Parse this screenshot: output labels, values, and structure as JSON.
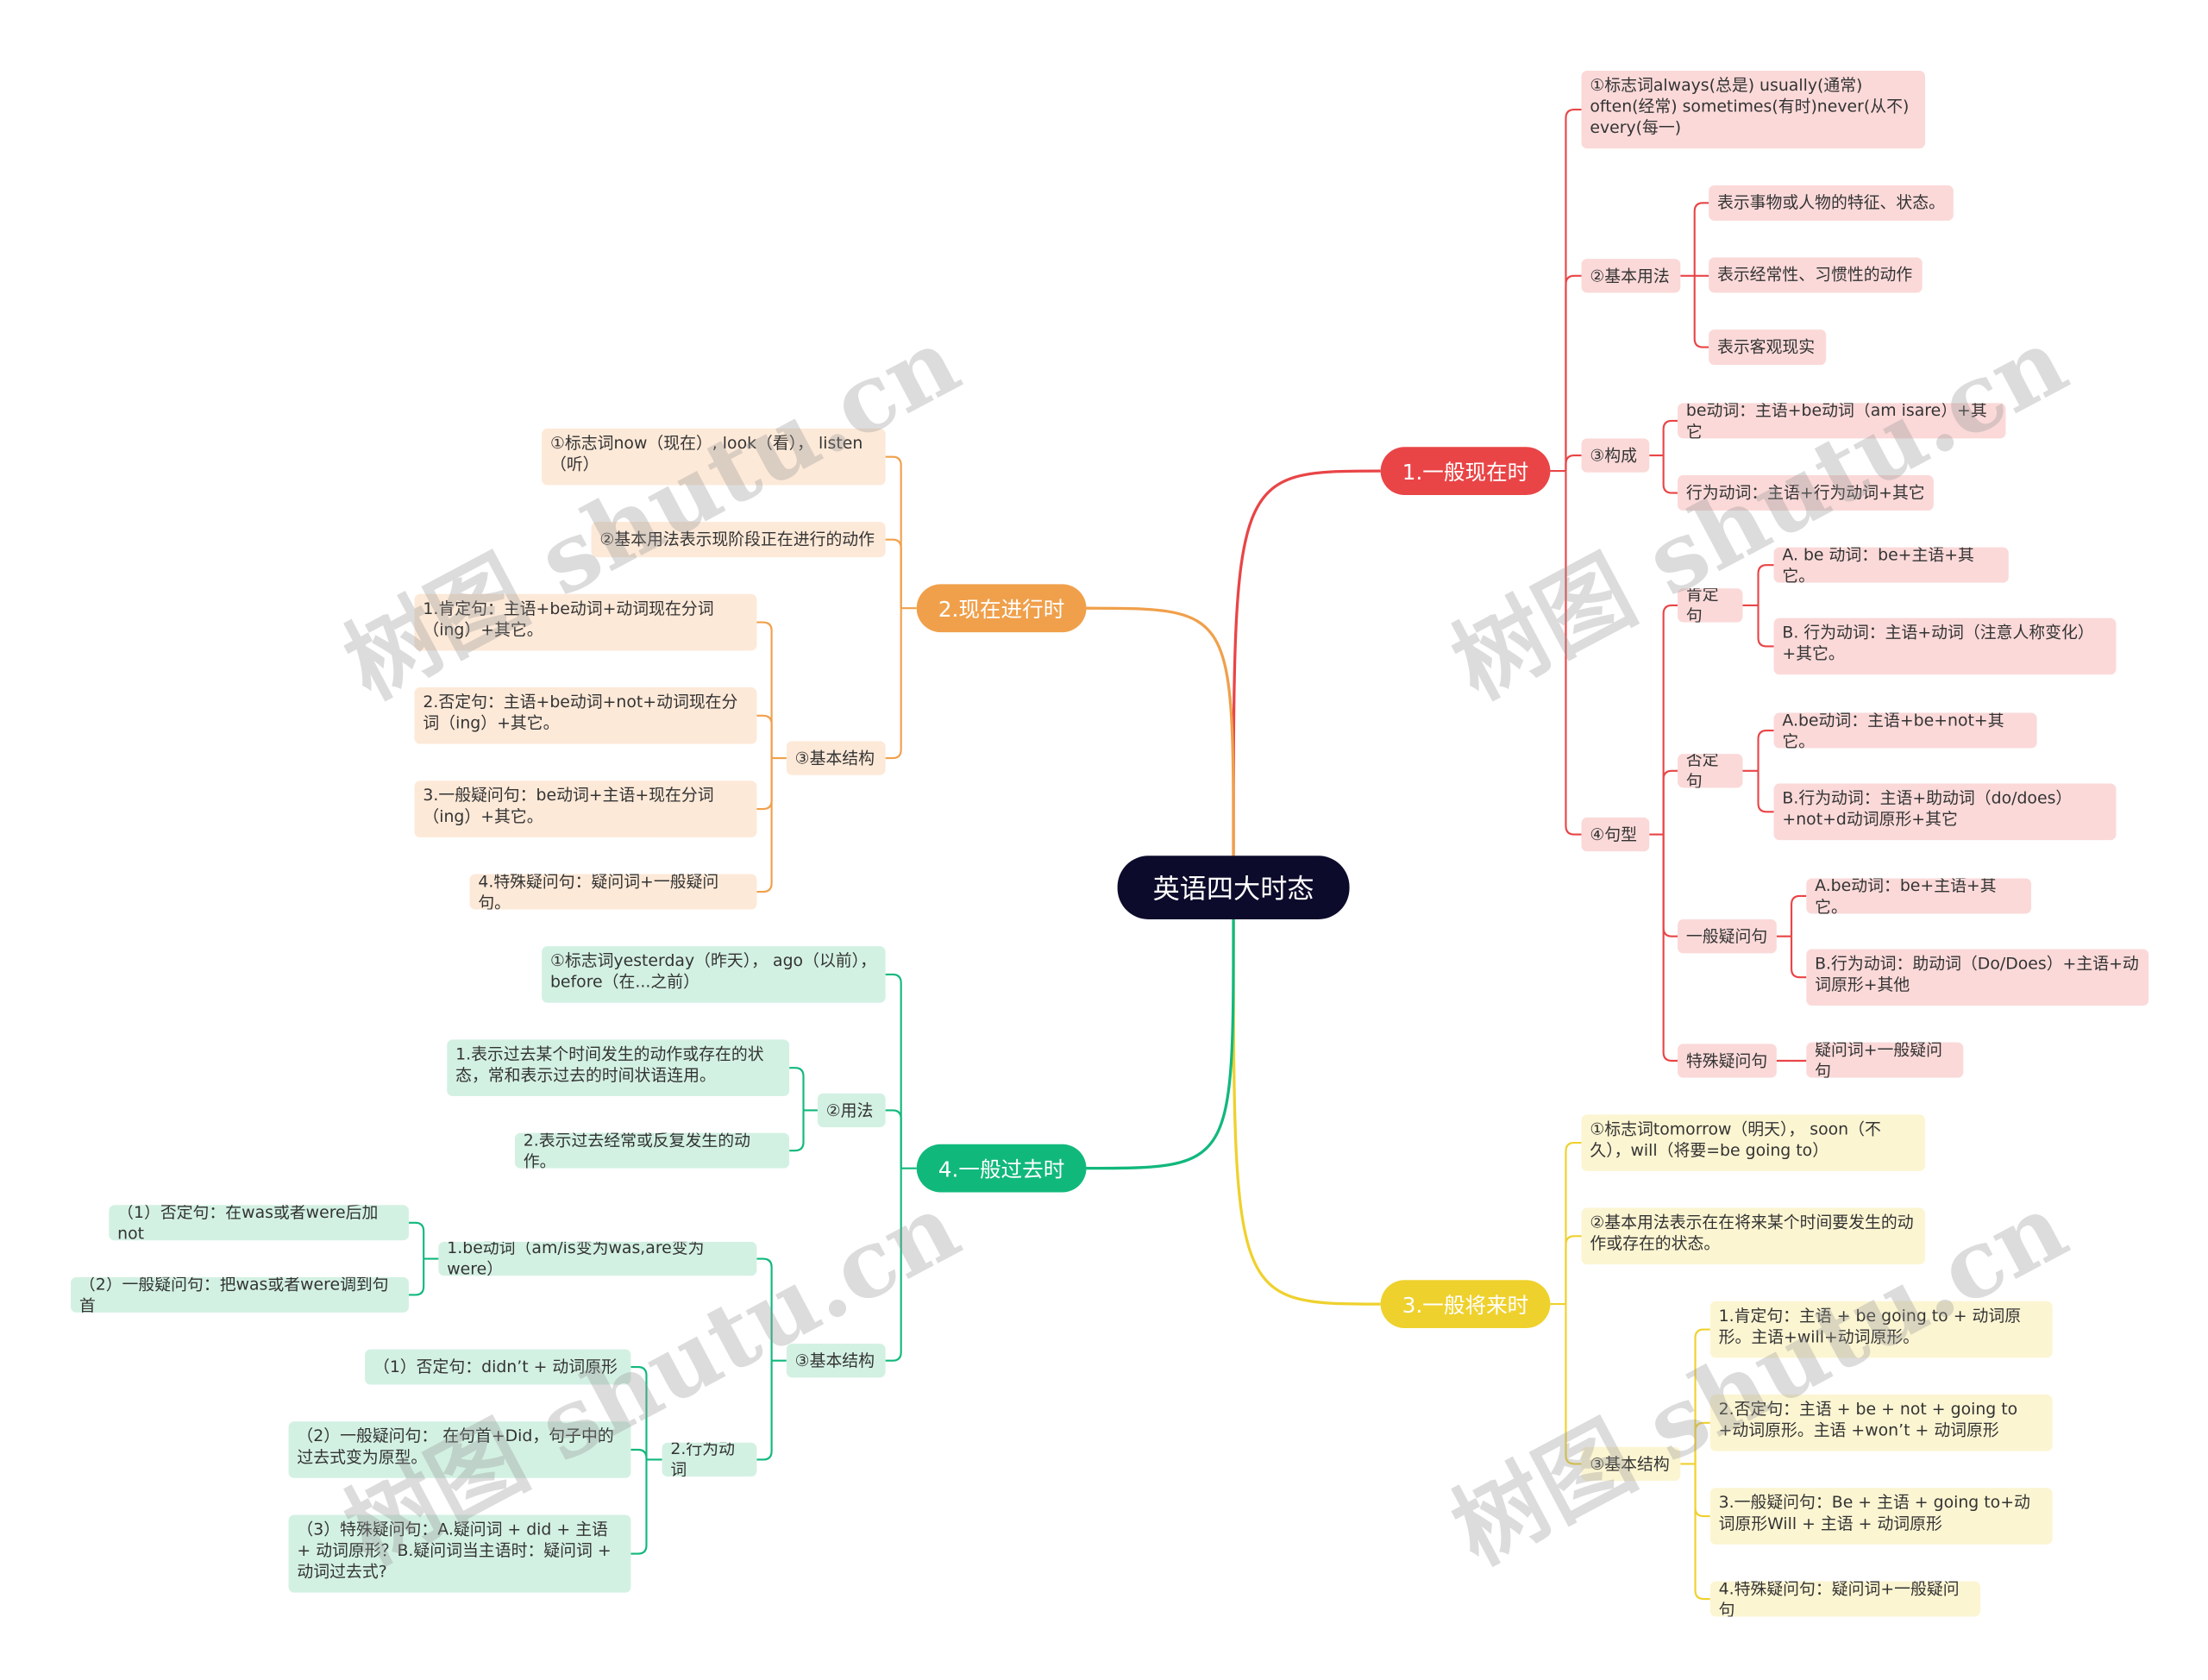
{
  "root": {
    "label": "英语四大时态"
  },
  "colors": {
    "c1": "#e94547",
    "c2": "#f0a04b",
    "c3": "#efd12d",
    "c4": "#11b87c",
    "root": "#0c0b2b"
  },
  "branches": {
    "b1": {
      "label": "1.一般现在时",
      "markers": "①标志词always(总是) usually(通常) often(经常) sometimes(有时)never(从不) every(每一)",
      "usage": {
        "label": "②基本用法",
        "items": [
          "表示事物或人物的特征、状态。",
          "表示经常性、习惯性的动作",
          "表示客观现实"
        ]
      },
      "composition": {
        "label": "③构成",
        "items": [
          "be动词：主语+be动词（am isare）+其它",
          "行为动词：主语+行为动词+其它"
        ]
      },
      "sentence": {
        "label": "④句型",
        "affirm": {
          "label": "肯定句",
          "a": "A. be 动词：be+主语+其它。",
          "b": "B. 行为动词：主语+动词（注意人称变化）+其它。"
        },
        "negative": {
          "label": "否定句",
          "a": "A.be动词：主语+be+not+其它。",
          "b": "B.行为动词：主语+助动词（do/does）+not+d动词原形+其它"
        },
        "question": {
          "label": "一般疑问句",
          "a": "A.be动词：be+主语+其它。",
          "b": "B.行为动词：助动词（Do/Does）+主语+动词原形+其他"
        },
        "special": {
          "label": "特殊疑问句",
          "a": "疑问词+一般疑问句"
        }
      }
    },
    "b2": {
      "label": "2.现在进行时",
      "markers": "①标志词now（现在）, look（看）， listen（听）",
      "usage": "②基本用法表示现阶段正在进行的动作",
      "structure": {
        "label": "③基本结构",
        "items": [
          "1.肯定句：主语+be动词+动词现在分词（ing）+其它。",
          "2.否定句：主语+be动词+not+动词现在分词（ing）+其它。",
          "3.一般疑问句：be动词+主语+现在分词（ing）+其它。",
          "4.特殊疑问句：疑问词+一般疑问句。"
        ]
      }
    },
    "b3": {
      "label": "3.一般将来时",
      "markers": "①标志词tomorrow（明天）， soon（不久），will（将要=be going to）",
      "usage": "②基本用法表示在在将来某个时间要发生的动作或存在的状态。",
      "structure": {
        "label": "③基本结构",
        "items": [
          "1.肯定句：主语 + be going to + 动词原形。主语+will+动词原形。",
          "2.否定句：主语 + be + not + going to +动词原形。主语 +won’t + 动词原形",
          "3.一般疑问句：Be + 主语 + going to+动词原形Will + 主语 + 动词原形",
          "4.特殊疑问句：疑问词+一般疑问句"
        ]
      }
    },
    "b4": {
      "label": "4.一般过去时",
      "markers": "①标志词yesterday（昨天）， ago（以前），before（在...之前）",
      "usage": {
        "label": "②用法",
        "items": [
          "1.表示过去某个时间发生的动作或存在的状态，常和表示过去的时间状语连用。",
          "2.表示过去经常或反复发生的动作。"
        ]
      },
      "structure": {
        "label": "③基本结构",
        "be": {
          "label": "1.be动词（am/is变为was,are变为were）",
          "items": [
            "（1）否定句：在was或者were后加not",
            "（2）一般疑问句：把was或者were调到句首"
          ]
        },
        "verb": {
          "label": "2.行为动词",
          "items": [
            "（1）否定句：didn’t + 动词原形",
            "（2）一般疑问句： 在句首+Did，句子中的过去式变为原型。",
            "（3）特殊疑问句：A.疑问词 + did + 主语 + 动词原形？B.疑问词当主语时：疑问词 + 动词过去式?"
          ]
        }
      }
    }
  },
  "watermark": "树图 shutu.cn"
}
